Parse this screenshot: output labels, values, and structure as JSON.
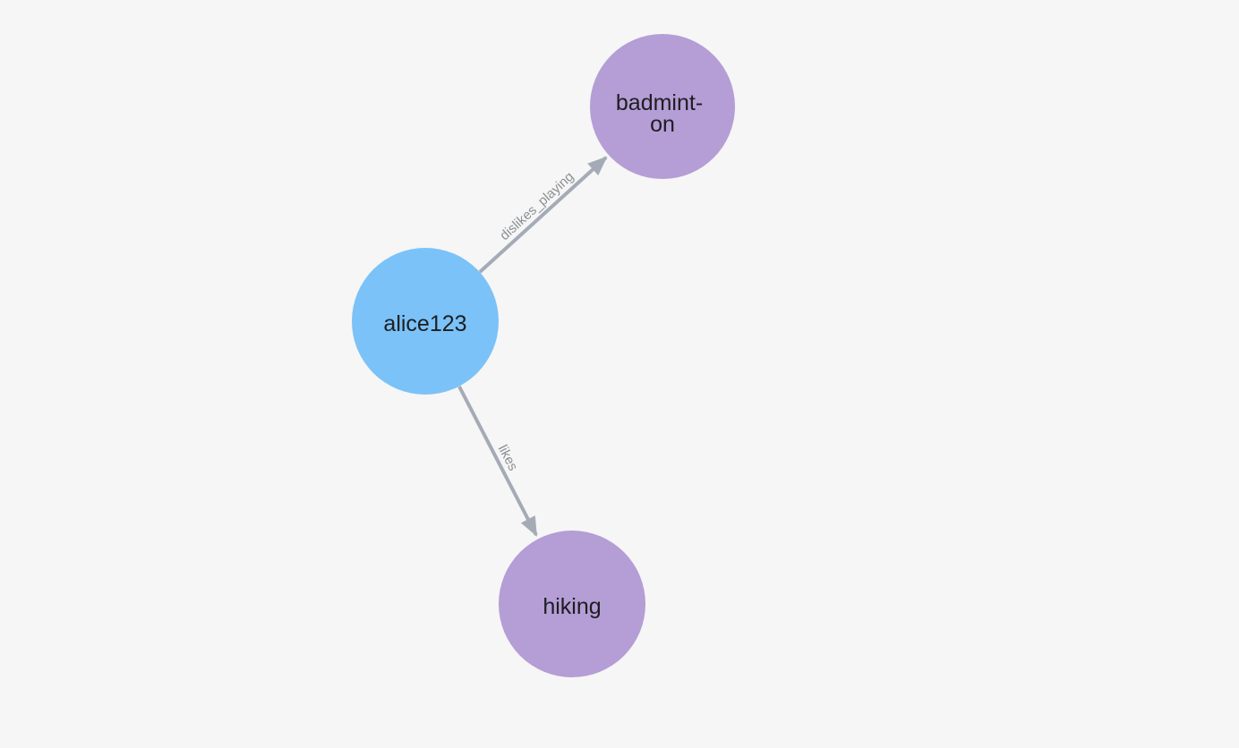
{
  "canvas": {
    "background_color": "#F5F6F5"
  },
  "graph": {
    "type": "node-link-diagram",
    "nodes": [
      {
        "id": "alice123",
        "label": "alice123",
        "color": "#7BC2F8",
        "text_color": "#1D1E20"
      },
      {
        "id": "badminton",
        "label": "badminton",
        "display_lines": [
          "badmint-",
          "on"
        ],
        "color": "#B59DD6",
        "text_color": "#1D1E20"
      },
      {
        "id": "hiking",
        "label": "hiking",
        "color": "#B59DD6",
        "text_color": "#1D1E20"
      }
    ],
    "edges": [
      {
        "from": "alice123",
        "to": "badminton",
        "label": "dislikes_playing",
        "color": "#A5ABB6",
        "label_color": "#8C8F96"
      },
      {
        "from": "alice123",
        "to": "hiking",
        "label": "likes",
        "color": "#A5ABB6",
        "label_color": "#8C8F96"
      }
    ]
  }
}
